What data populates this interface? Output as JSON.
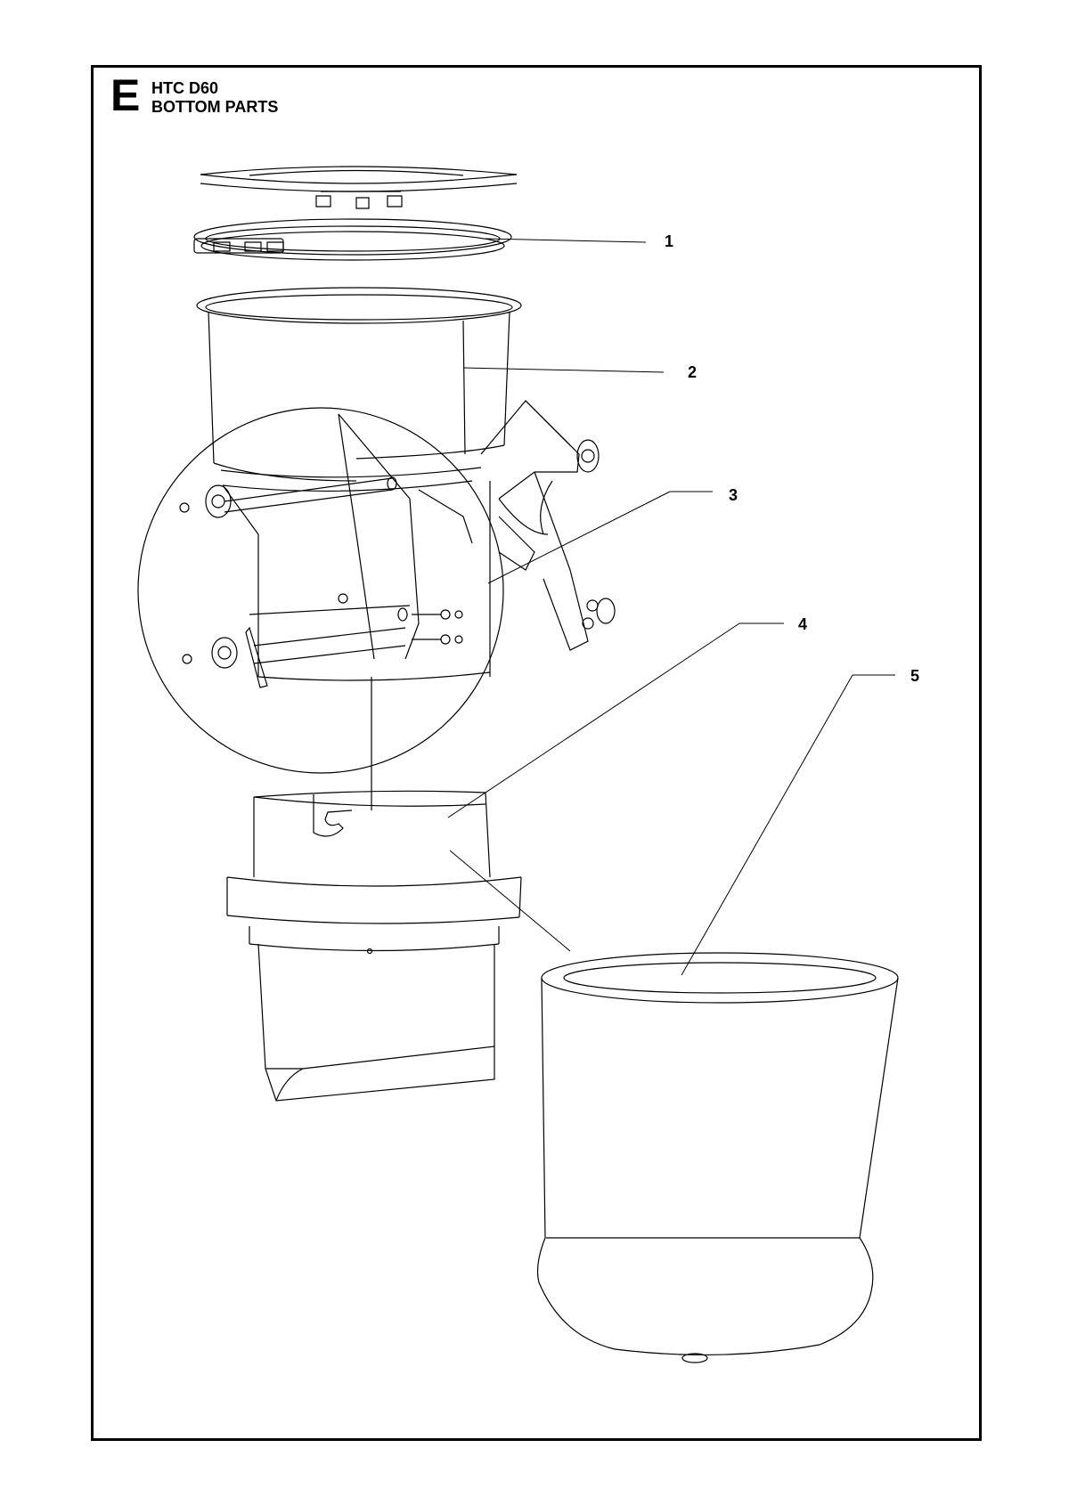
{
  "header": {
    "section_letter": "E",
    "model": "HTC D60",
    "subtitle": "BOTTOM PARTS"
  },
  "callouts": [
    {
      "id": "1",
      "label": "1"
    },
    {
      "id": "2",
      "label": "2"
    },
    {
      "id": "3",
      "label": "3"
    },
    {
      "id": "4",
      "label": "4"
    },
    {
      "id": "5",
      "label": "5"
    }
  ],
  "colors": {
    "line": "#000000",
    "background": "#ffffff"
  }
}
